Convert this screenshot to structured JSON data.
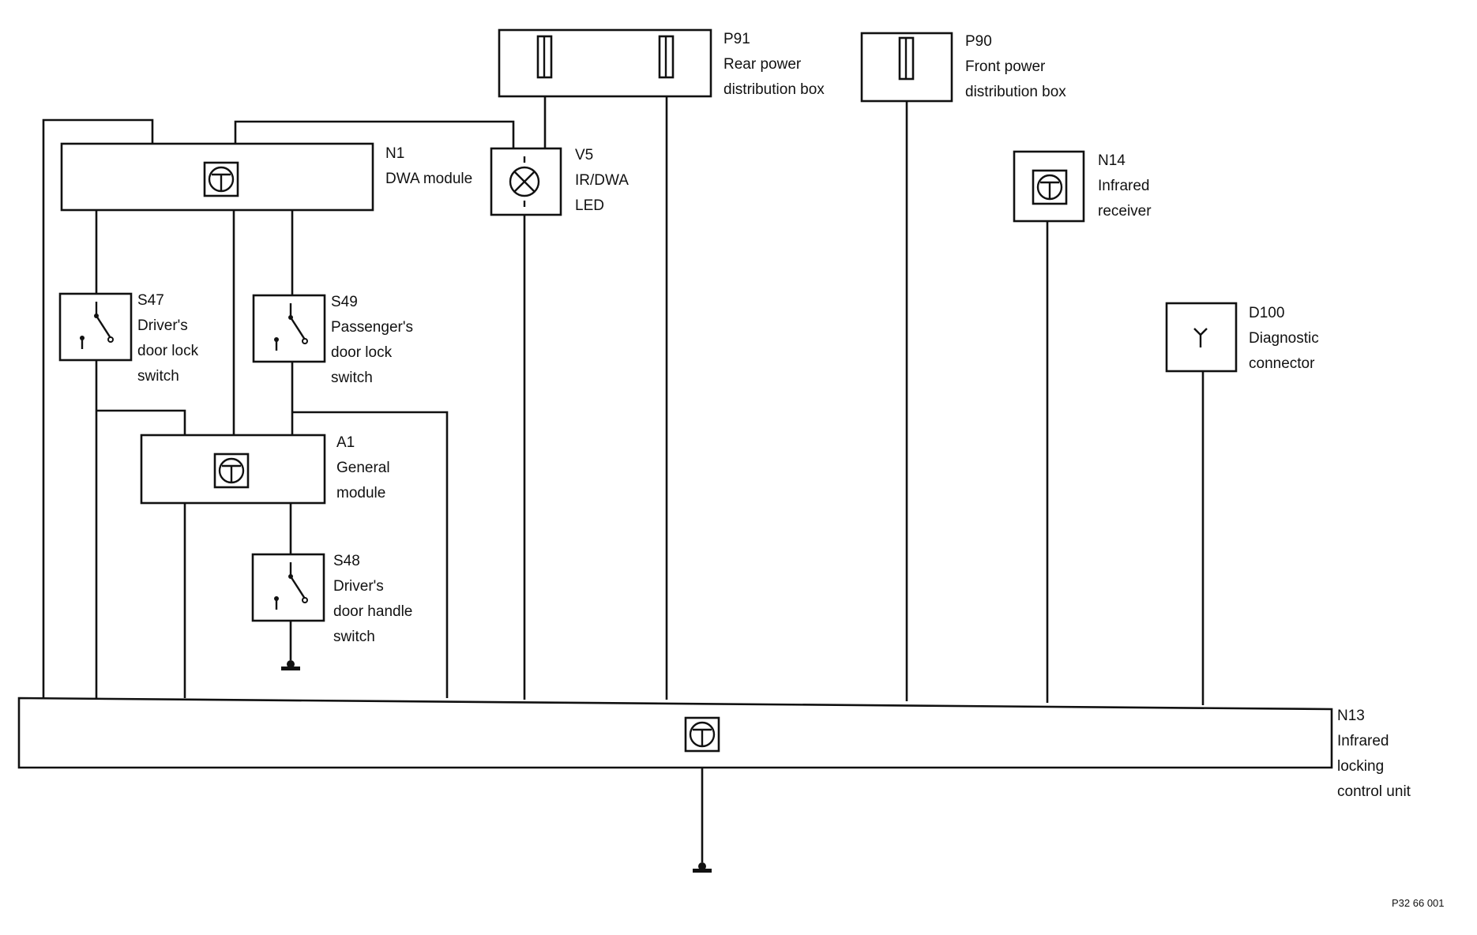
{
  "components": {
    "p91": {
      "code": "P91",
      "lines": [
        "Rear power",
        "distribution box"
      ]
    },
    "p90": {
      "code": "P90",
      "lines": [
        "Front power",
        "distribution box"
      ]
    },
    "n1": {
      "code": "N1",
      "lines": [
        "DWA module"
      ]
    },
    "v5": {
      "code": "V5",
      "lines": [
        "IR/DWA",
        "LED"
      ]
    },
    "n14": {
      "code": "N14",
      "lines": [
        "Infrared",
        "receiver"
      ]
    },
    "d100": {
      "code": "D100",
      "lines": [
        "Diagnostic",
        "connector"
      ]
    },
    "s47": {
      "code": "S47",
      "lines": [
        "Driver's",
        "door lock",
        "switch"
      ]
    },
    "s49": {
      "code": "S49",
      "lines": [
        "Passenger's",
        "door lock",
        "switch"
      ]
    },
    "a1": {
      "code": "A1",
      "lines": [
        "General",
        "module"
      ]
    },
    "s48": {
      "code": "S48",
      "lines": [
        "Driver's",
        "door handle",
        "switch"
      ]
    },
    "n13": {
      "code": "N13",
      "lines": [
        "Infrared",
        "locking",
        "control unit"
      ]
    }
  },
  "figure_number": "P32 66 001"
}
